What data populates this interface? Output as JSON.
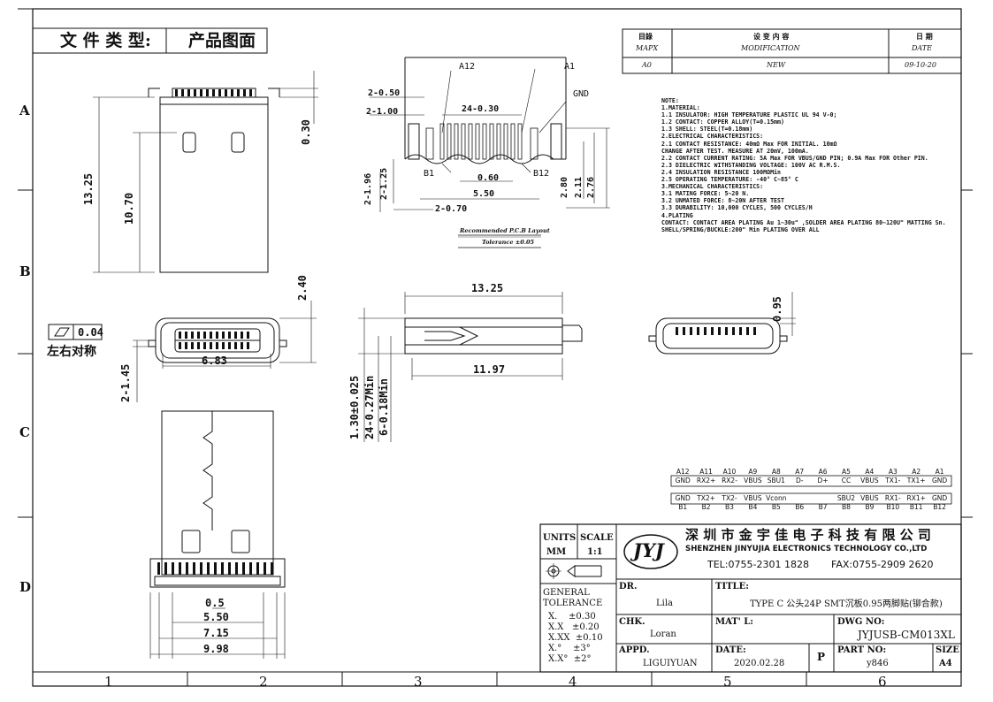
{
  "header": {
    "label": "文 件 类 型:",
    "type": "产品图面"
  },
  "grid": {
    "cols": [
      "1",
      "2",
      "3",
      "4",
      "5",
      "6"
    ],
    "rows": [
      "A",
      "B",
      "C",
      "D"
    ]
  },
  "revision": {
    "col1_cn": "目錄",
    "col1_en": "MAPX",
    "col2_cn": "设 变 内 容",
    "col2_en": "MODIFICATION",
    "col3_cn": "日 期",
    "col3_en": "DATE",
    "row_rev": "A0",
    "row_mod": "NEW",
    "row_date": "09-10-20"
  },
  "notes": [
    "NOTE:",
    "1.MATERIAL:",
    "  1.1 INSULATOR: HIGH TEMPERATURE PLASTIC UL 94 V-0;",
    "  1.2 CONTACT: COPPER ALLOY(T=0.15mm)",
    "  1.3 SHELL: STEEL(T=0.18mm)",
    "2.ELECTRICAL CHARACTERISTICS:",
    "  2.1 CONTACT RESISTANCE: 40mΩ Max FOR INITIAL. 10mΩ",
    "      CHANGE AFTER TEST. MEASURE AT 20mV, 100mA.",
    "  2.2 CONTACT CURRENT RATING: 5A Max FOR VBUS/GND PIN; 0.9A Max FOR  Other  PIN.",
    "  2.3 DIELECTRIC WITHSTANDING VOLTAGE: 100V AC R.M.S.",
    "  2.4 INSULATION RESISTANCE 100MΩMin",
    "  2.5 OPERATING TEMPERATURE: -40° C~85° C",
    "3.MECHANICAL CHARACTERISTICS:",
    "  3.1 MATING FORCE: 5~20 N.",
    "  3.2 UNMATED FORCE: 8~20N AFTER TEST",
    "  3.3 DURABILITY: 10,000 CYCLES,  500 CYCLES/H",
    "4.PLATING",
    "  CONTACT: CONTACT AREA PLATING Au 1~30u\" ,SOLDER AREA PLATING 80~120U\" MATTING Sn.",
    "  SHELL/SPRING/BUCKLE:200\" Min PLATING OVER ALL"
  ],
  "pcb": {
    "a12": "A12",
    "a1": "A1",
    "gnd": "GND",
    "b1": "B1",
    "b12": "B12",
    "d050": "2-0.50",
    "d100": "2-1.00",
    "d24": "24-0.30",
    "d060": "0.60",
    "d550": "5.50",
    "d196": "2-1.96",
    "d125": "2-1.25",
    "d070": "2-0.70",
    "d280": "2.80",
    "d211": "2.11",
    "d276": "2.76",
    "caption": "Recommended P.C.B Layout",
    "tol": "Tolerance ±0.05"
  },
  "topview": {
    "d1325": "13.25",
    "d1070": "10.70",
    "d030": "0.30"
  },
  "frontview": {
    "d240": "2.40",
    "d683": "6.83",
    "d145": "2-1.45",
    "flat_tol": "0.04",
    "sym": "左右对称"
  },
  "sideview": {
    "d1325": "13.25",
    "d1197": "11.97",
    "d130": "1.30±0.025",
    "d24": "24-0.27Min",
    "d6": "6-0.18Min"
  },
  "rightview": {
    "d095": "0.95"
  },
  "bottomview": {
    "d05": "0.5",
    "d550": "5.50",
    "d715": "7.15",
    "d998": "9.98"
  },
  "pinout": {
    "top_labels": [
      "A12",
      "A11",
      "A10",
      "A9",
      "A8",
      "A7",
      "A6",
      "A5",
      "A4",
      "A3",
      "A2",
      "A1"
    ],
    "top_sig": [
      "GND",
      "RX2+",
      "RX2-",
      "VBUS",
      "SBU1",
      "D-",
      "D+",
      "CC",
      "VBUS",
      "TX1-",
      "TX1+",
      "GND"
    ],
    "bot_sig": [
      "GND",
      "TX2+",
      "TX2-",
      "VBUS",
      "Vconn",
      "",
      "",
      "SBU2",
      "VBUS",
      "RX1-",
      "RX1+",
      "GND"
    ],
    "bot_labels": [
      "B1",
      "B2",
      "B3",
      "B4",
      "B5",
      "B6",
      "B7",
      "B8",
      "B9",
      "B10",
      "B11",
      "B12"
    ]
  },
  "titleblock": {
    "units_label": "UNITS",
    "units": "MM",
    "scale_label": "SCALE",
    "scale": "1:1",
    "logo": "JYJ",
    "company_cn": "深 圳 市 金 宇 佳 电 子 科 技 有 限 公 司",
    "company_en": "SHENZHEN JINYUJIA ELECTRONICS TECHNOLOGY CO.,LTD",
    "tel": "TEL:0755-2301 1828",
    "fax": "FAX:0755-2909 2620",
    "gen_tol": "GENERAL\nTOLERANCE",
    "tol_rows": [
      [
        "X.",
        "±0.30"
      ],
      [
        "X.X",
        "±0.20"
      ],
      [
        "X.XX",
        "±0.10"
      ],
      [
        "X.°",
        "±3°"
      ],
      [
        "X.X°",
        "±2°"
      ]
    ],
    "dr_label": "DR.",
    "dr": "Lila",
    "chk_label": "CHK.",
    "chk": "Loran",
    "appd_label": "APPD.",
    "appd": "LIGUIYUAN",
    "title_label": "TITLE:",
    "title": "TYPE C 公头24P SMT沉板0.95两脚贴(铆合款)",
    "mat_label": "MAT' L:",
    "dwg_label": "DWG NO:",
    "dwg": "JYJUSB-CM013XL",
    "date_label": "DATE:",
    "date": "2020.02.28",
    "p": "P",
    "part_label": "PART NO:",
    "part": "y846",
    "size_label": "SIZE",
    "size": "A4"
  }
}
